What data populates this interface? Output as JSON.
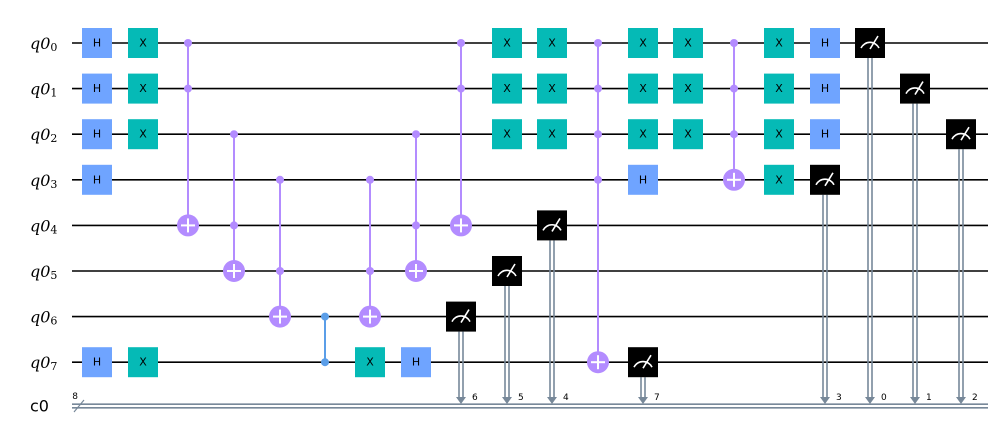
{
  "colors": {
    "h_gate": "#6fa4ff",
    "x_gate": "#05bab6",
    "control": "#b38cff",
    "cz_control": "#5b9ee8",
    "measure": "#000000",
    "classical_wire": "#778899",
    "wire": "#000000"
  },
  "icons": {
    "measure": "meter-icon",
    "target": "oplus-target-icon"
  },
  "circuit": {
    "qubits": [
      {
        "base": "q0",
        "index": "0"
      },
      {
        "base": "q0",
        "index": "1"
      },
      {
        "base": "q0",
        "index": "2"
      },
      {
        "base": "q0",
        "index": "3"
      },
      {
        "base": "q0",
        "index": "4"
      },
      {
        "base": "q0",
        "index": "5"
      },
      {
        "base": "q0",
        "index": "6"
      },
      {
        "base": "q0",
        "index": "7"
      }
    ],
    "classical": {
      "name": "c0",
      "size": "8"
    },
    "columns": [
      [
        {
          "type": "H",
          "label": "H",
          "q": [
            0,
            1,
            2,
            3,
            7
          ]
        }
      ],
      [
        {
          "type": "X",
          "label": "X",
          "q": [
            0,
            1,
            2,
            7
          ]
        }
      ],
      [
        {
          "type": "ccx",
          "controls": [
            0,
            1
          ],
          "target": 4
        }
      ],
      [
        {
          "type": "ccx",
          "controls": [
            2,
            4
          ],
          "target": 5
        }
      ],
      [
        {
          "type": "ccx",
          "controls": [
            3,
            5
          ],
          "target": 6
        }
      ],
      [
        {
          "type": "cz",
          "qubits": [
            6,
            7
          ]
        }
      ],
      [
        {
          "type": "ccx",
          "controls": [
            3,
            5
          ],
          "target": 6
        },
        {
          "type": "X",
          "label": "X",
          "q": [
            7
          ]
        }
      ],
      [
        {
          "type": "ccx",
          "controls": [
            2,
            4
          ],
          "target": 5
        },
        {
          "type": "H",
          "label": "H",
          "q": [
            7
          ]
        }
      ],
      [
        {
          "type": "ccx",
          "controls": [
            0,
            1
          ],
          "target": 4
        },
        {
          "type": "measure",
          "q": 6,
          "c": "6"
        }
      ],
      [
        {
          "type": "X",
          "label": "X",
          "q": [
            0,
            1,
            2
          ]
        },
        {
          "type": "measure",
          "q": 5,
          "c": "5"
        }
      ],
      [
        {
          "type": "X",
          "label": "X",
          "q": [
            0,
            1,
            2
          ]
        },
        {
          "type": "measure",
          "q": 4,
          "c": "4"
        }
      ],
      [
        {
          "type": "mcx",
          "controls": [
            0,
            1,
            2,
            3
          ],
          "target": 7
        }
      ],
      [
        {
          "type": "X",
          "label": "X",
          "q": [
            0,
            1,
            2
          ]
        },
        {
          "type": "H",
          "label": "H",
          "q": [
            3
          ]
        },
        {
          "type": "measure",
          "q": 7,
          "c": "7"
        }
      ],
      [
        {
          "type": "X",
          "label": "X",
          "q": [
            0,
            1,
            2
          ]
        }
      ],
      [
        {
          "type": "mcx",
          "controls": [
            0,
            1,
            2
          ],
          "target": 3
        }
      ],
      [
        {
          "type": "X",
          "label": "X",
          "q": [
            0,
            1,
            2,
            3
          ]
        }
      ],
      [
        {
          "type": "H",
          "label": "H",
          "q": [
            0,
            1,
            2
          ]
        },
        {
          "type": "measure",
          "q": 3,
          "c": "3"
        }
      ],
      [
        {
          "type": "measure",
          "q": 0,
          "c": "0"
        }
      ],
      [
        {
          "type": "measure",
          "q": 1,
          "c": "1"
        }
      ],
      [
        {
          "type": "measure",
          "q": 2,
          "c": "2"
        }
      ]
    ]
  }
}
